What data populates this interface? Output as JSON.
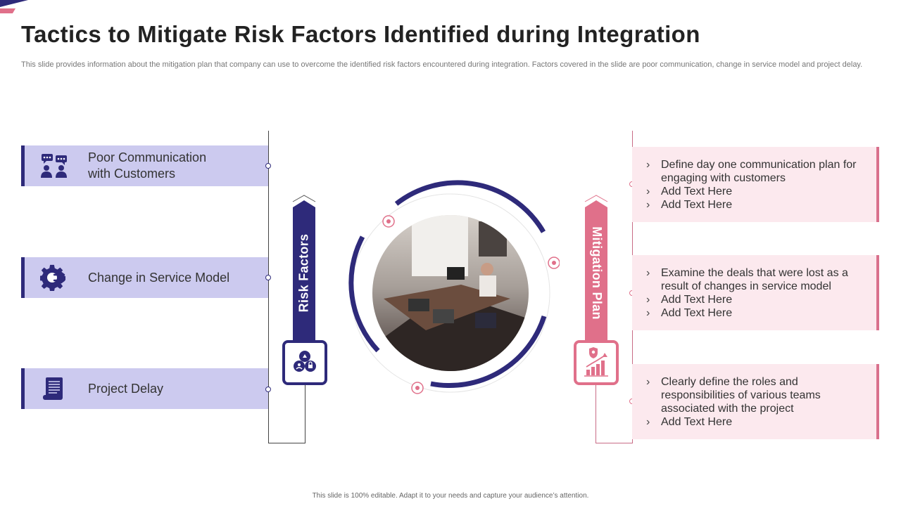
{
  "header": {
    "title": "Tactics to Mitigate Risk Factors Identified during Integration",
    "subtitle": "This slide provides information about the mitigation plan that company can use to overcome the identified risk factors encountered during integration. Factors covered in the slide are poor communication, change in service model and project delay."
  },
  "risks": [
    {
      "label_line1": "Poor Communication",
      "label_line2": "with Customers",
      "icon": "communication-icon"
    },
    {
      "label": "Change in Service Model",
      "icon": "service-gear-icon"
    },
    {
      "label": "Project Delay",
      "icon": "document-delay-icon"
    }
  ],
  "banners": {
    "left": "Risk Factors",
    "right": "Mitigation Plan"
  },
  "plans": [
    {
      "items": [
        "Define day one communication plan for engaging with customers",
        "Add Text Here",
        "Add Text Here"
      ]
    },
    {
      "items": [
        "Examine the deals that were lost as a result of changes in service model",
        "Add Text Here",
        "Add Text Here"
      ]
    },
    {
      "items": [
        "Clearly define the roles and responsibilities of various teams associated with the project",
        "Add Text Here"
      ]
    }
  ],
  "footer": "This slide is 100% editable. Adapt it to your needs and capture your audience’s attention.",
  "colors": {
    "navy": "#2e2a7a",
    "lavender": "#cccaef",
    "pink": "#e0708a",
    "pink_light": "#fce9ee"
  }
}
